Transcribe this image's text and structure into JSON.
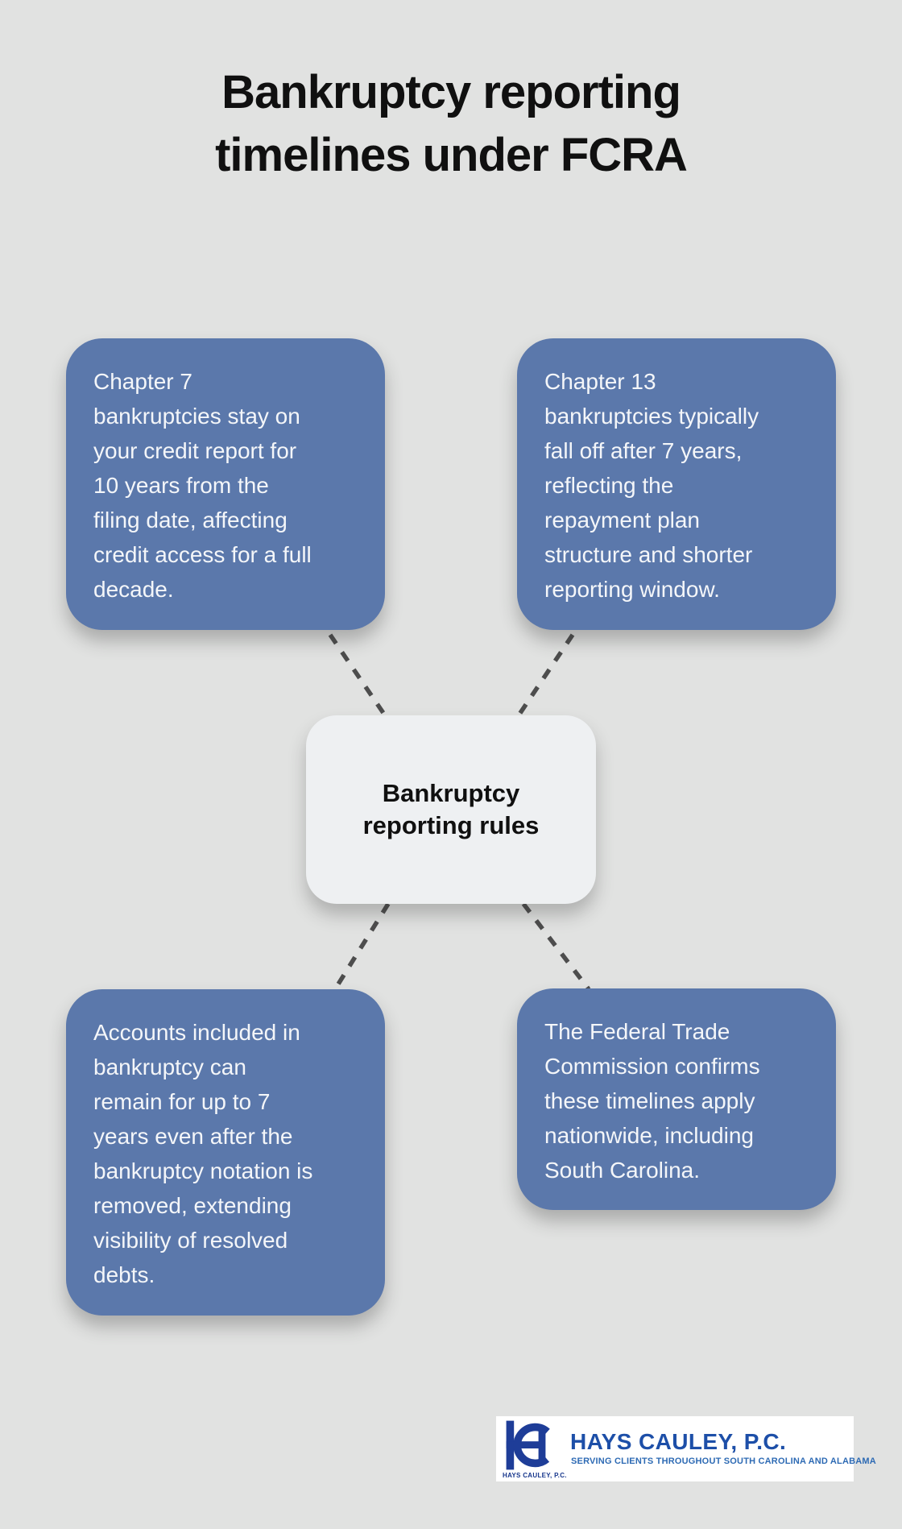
{
  "header": {
    "title": "Bankruptcy reporting\ntimelines under FCRA"
  },
  "diagram": {
    "center_label": "Bankruptcy\nreporting rules",
    "nodes": [
      {
        "id": "chapter-7",
        "text": "Chapter 7\nbankruptcies stay on\nyour credit report for\n10 years from the\nfiling date, affecting\ncredit access for a full\ndecade."
      },
      {
        "id": "chapter-13",
        "text": "Chapter 13\nbankruptcies typically\nfall off after 7 years,\nreflecting the\nrepayment plan\nstructure and shorter\nreporting window."
      },
      {
        "id": "included-accounts",
        "text": "Accounts included in\nbankruptcy can\nremain for up to 7\nyears even after the\nbankruptcy notation is\nremoved, extending\nvisibility of resolved\ndebts."
      },
      {
        "id": "ftc-confirmation",
        "text": "The Federal Trade\nCommission confirms\nthese timelines apply\nnationwide, including\nSouth Carolina."
      }
    ],
    "colors": {
      "background": "#e1e2e1",
      "node_fill": "#5b78ab",
      "node_text": "#f4f6f9",
      "center_fill": "#eef0f2",
      "center_text": "#101010",
      "connector": "#4d4d4d"
    }
  },
  "logo": {
    "monogram_label": "HAYS CAULEY, P.C.",
    "name": "HAYS CAULEY, P.C.",
    "tagline": "SERVING CLIENTS THROUGHOUT SOUTH CAROLINA AND ALABAMA",
    "brand_color": "#1d4fa8"
  }
}
